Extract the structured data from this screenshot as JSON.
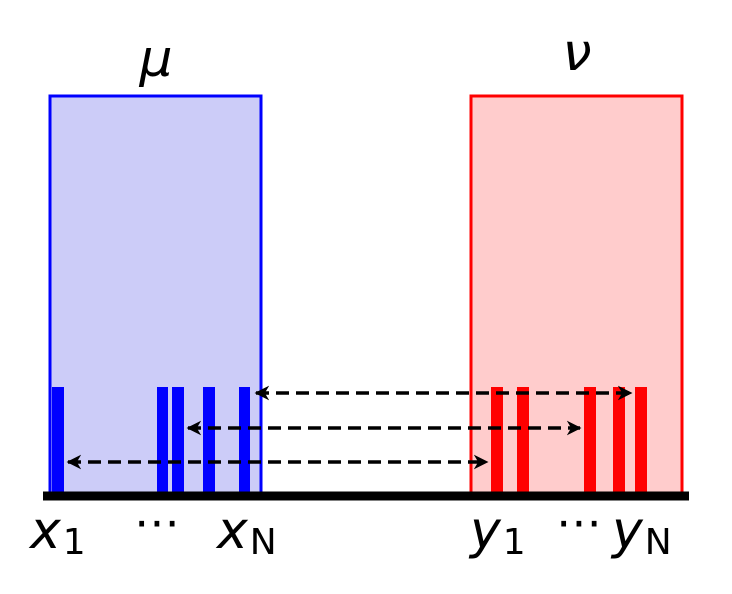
{
  "left_measure": {
    "label": "μ",
    "fill": "#ccccf8",
    "stroke": "#0000ff",
    "atom_color": "#0000ff",
    "x_first": {
      "base": "x",
      "sub": "1"
    },
    "ellipsis": "⋯",
    "x_last": {
      "base": "x",
      "sub": "N"
    }
  },
  "right_measure": {
    "label": "ν",
    "fill": "#ffcccc",
    "stroke": "#ff0000",
    "atom_color": "#ff0000",
    "y_first": {
      "base": "y",
      "sub": "1"
    },
    "ellipsis": "⋯",
    "y_last": {
      "base": "y",
      "sub": "N"
    }
  },
  "axis_color": "#000000",
  "arrow_color": "#000000"
}
